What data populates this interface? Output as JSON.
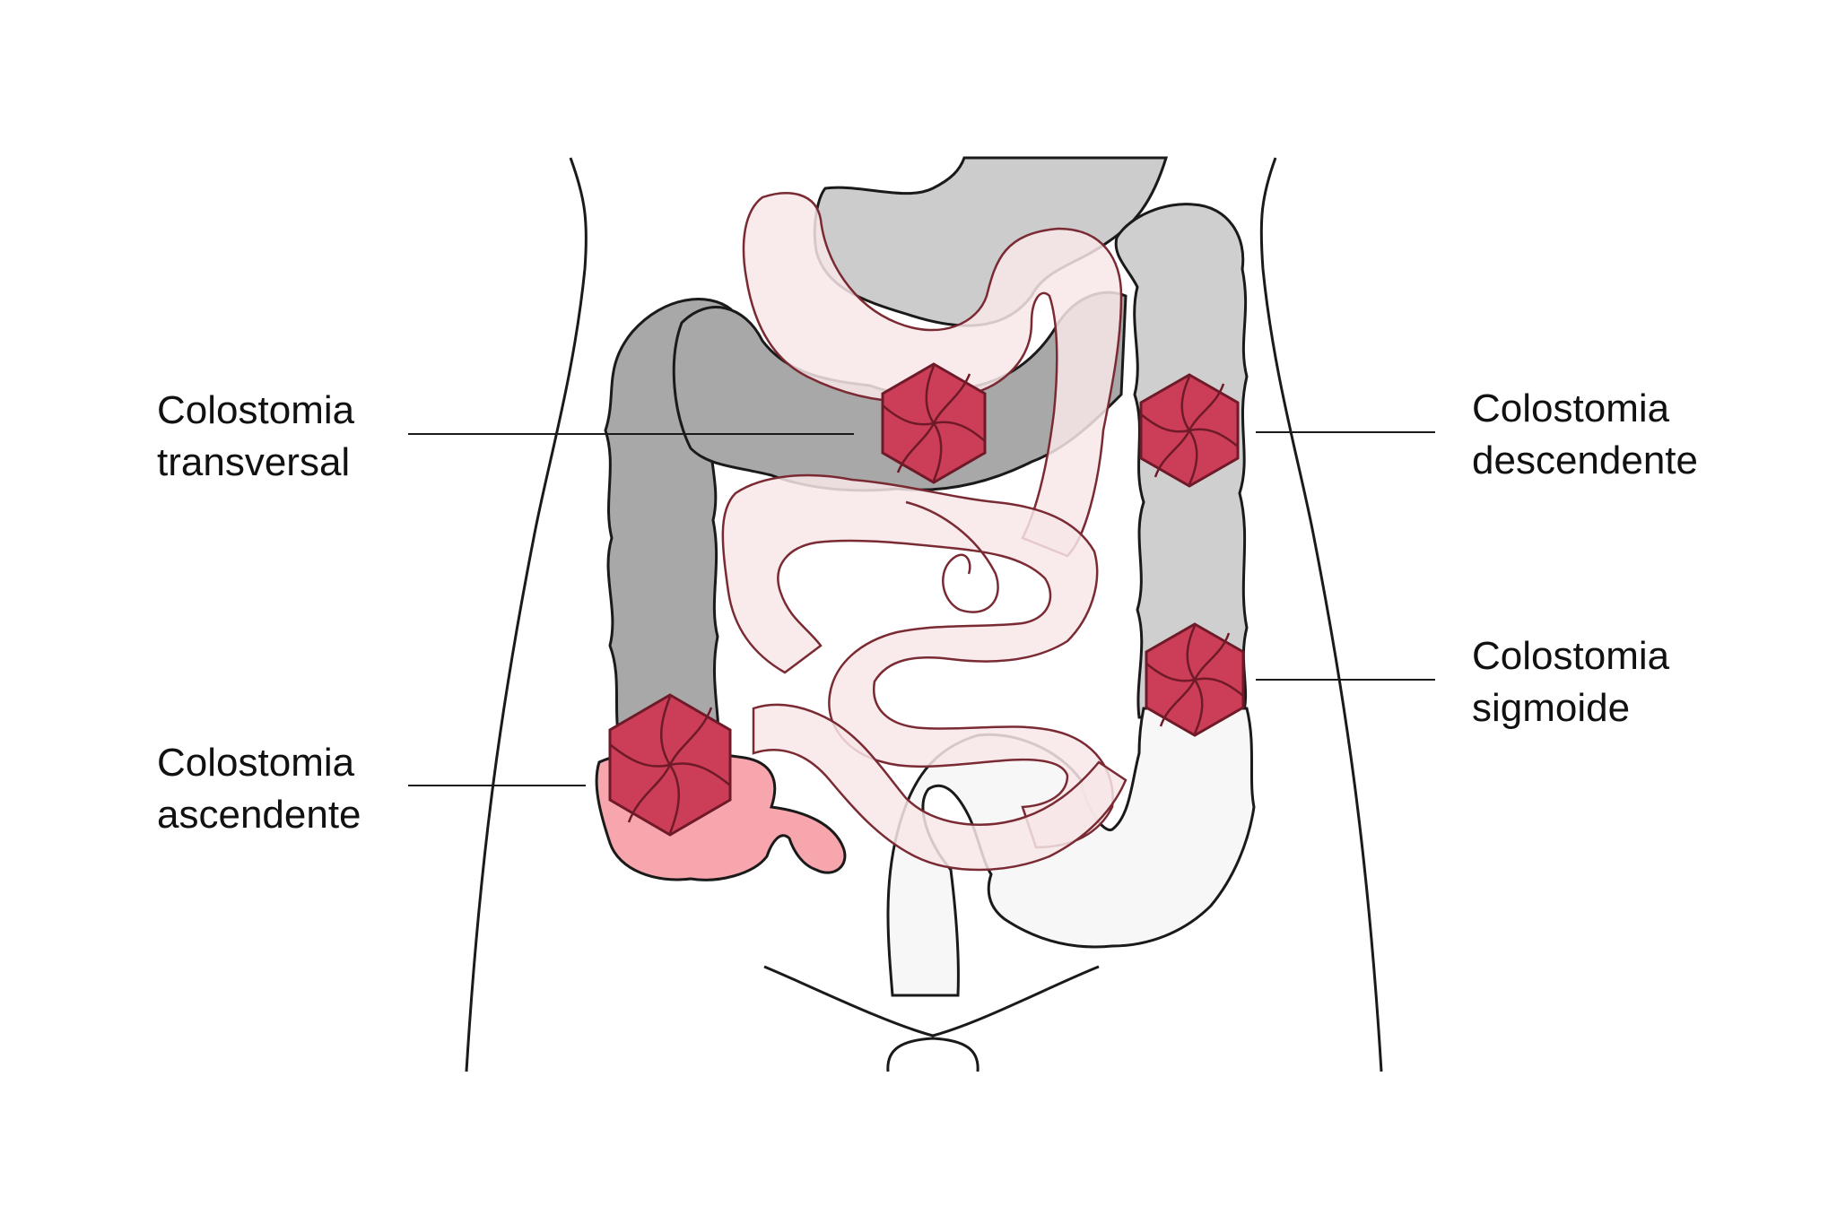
{
  "labels": {
    "transverse": {
      "line1": "Colostomia",
      "line2": "transversal"
    },
    "descending": {
      "line1": "Colostomia",
      "line2": "descendente"
    },
    "sigmoid": {
      "line1": "Colostomia",
      "line2": "sigmoide"
    },
    "ascending": {
      "line1": "Colostomia",
      "line2": "ascendente"
    }
  },
  "colors": {
    "outline": "#1a1a1a",
    "colon_dark": "#a8a8a8",
    "colon_mid": "#cfcfcf",
    "colon_light": "#f7f7f7",
    "stomach": "#cccccc",
    "small_intestine_fill": "#f8e6e7",
    "small_intestine_stroke": "#7a2a33",
    "cecum_pink": "#f6a6ac",
    "stoma_fill": "#cc3d57",
    "stoma_stroke": "#6e1a28"
  }
}
